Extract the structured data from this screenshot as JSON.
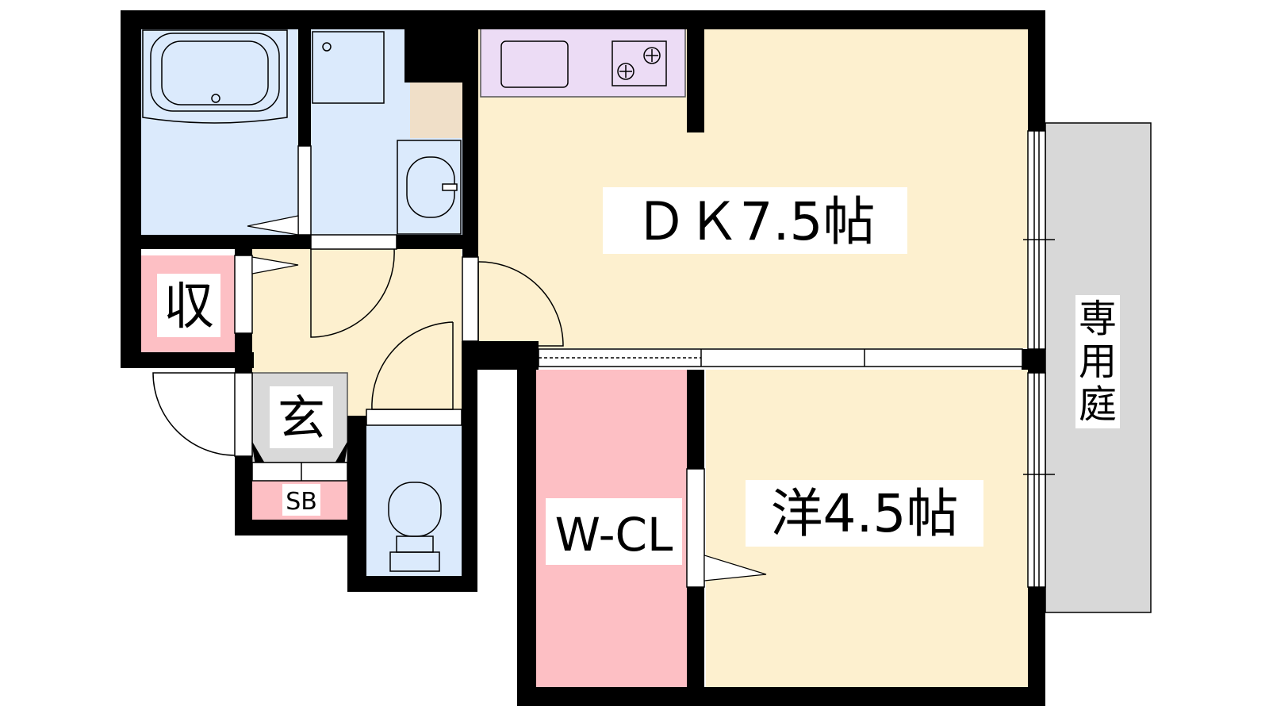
{
  "labels": {
    "dk": "ＤＫ7.5帖",
    "western": "洋4.5帖",
    "wcl": "W-CL",
    "storage": "収",
    "entrance": "玄",
    "shoe_box": "SB",
    "garden_1": "専",
    "garden_2": "用",
    "garden_3": "庭"
  },
  "colors": {
    "living": "#fdf0cf",
    "wet_room": "#dbeafc",
    "closet": "#fdbfc4",
    "kitchen": "#ecdcf5",
    "entrance": "#d9d9d9",
    "passage": "#f0dfc8",
    "garden": "#d8d8d8",
    "wall": "#000000"
  }
}
